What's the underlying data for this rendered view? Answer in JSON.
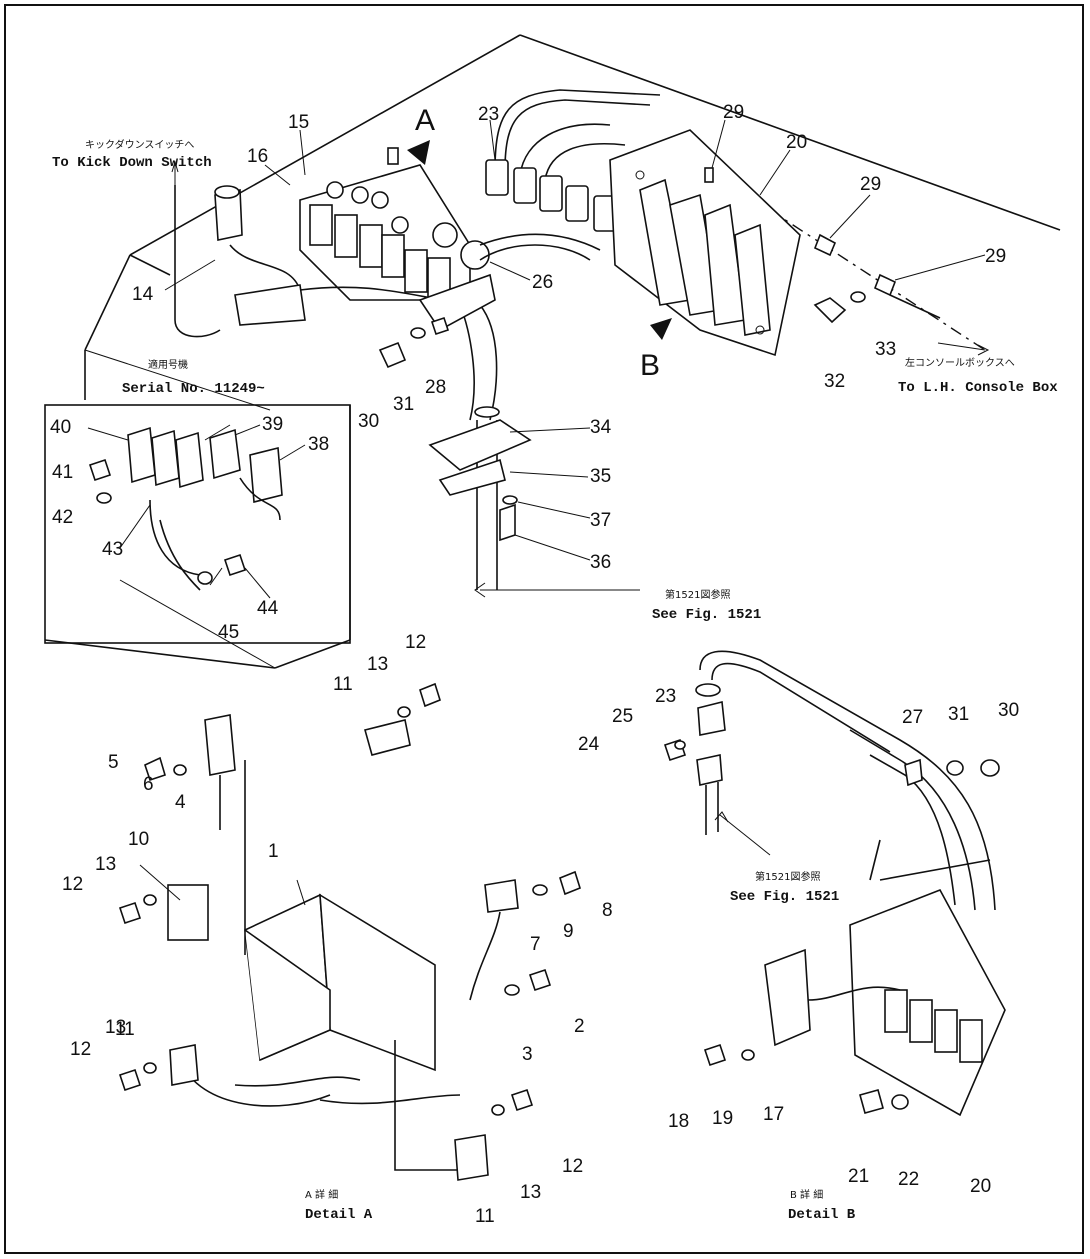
{
  "labels": {
    "kick_down_jp": "キックダウンスイッチへ",
    "kick_down": "To Kick Down Switch",
    "serial_jp": "適用号機",
    "serial": "Serial No. 11249~",
    "console_jp": "左コンソールボックスへ",
    "console": "To L.H. Console Box",
    "see_fig_a_jp": "第1521図参照",
    "see_fig_a": "See Fig. 1521",
    "see_fig_b_jp": "第1521図参照",
    "see_fig_b": "See Fig. 1521",
    "detail_a_jp": "A 詳 細",
    "detail_a": "Detail A",
    "detail_b_jp": "B 詳 細",
    "detail_b": "Detail B",
    "arrow_a": "A",
    "arrow_b": "B"
  },
  "callouts": {
    "n1": "1",
    "n2": "2",
    "n3": "3",
    "n4": "4",
    "n5": "5",
    "n6": "6",
    "n7": "7",
    "n8": "8",
    "n9": "9",
    "n10": "10",
    "n11a": "11",
    "n11b": "11",
    "n11c": "11",
    "n12a": "12",
    "n12b": "12",
    "n12c": "12",
    "n12d": "12",
    "n13a": "13",
    "n13b": "13",
    "n13c": "13",
    "n13d": "13",
    "n14": "14",
    "n15": "15",
    "n16": "16",
    "n17": "17",
    "n18": "18",
    "n19": "19",
    "n20a": "20",
    "n20b": "20",
    "n21": "21",
    "n22": "22",
    "n23a": "23",
    "n23b": "23",
    "n24": "24",
    "n25": "25",
    "n26": "26",
    "n27": "27",
    "n28": "28",
    "n29a": "29",
    "n29b": "29",
    "n29c": "29",
    "n30a": "30",
    "n30b": "30",
    "n31a": "31",
    "n31b": "31",
    "n32": "32",
    "n33": "33",
    "n34": "34",
    "n35": "35",
    "n36": "36",
    "n37": "37",
    "n38": "38",
    "n39": "39",
    "n40": "40",
    "n41": "41",
    "n42": "42",
    "n43": "43",
    "n44": "44",
    "n45": "45"
  }
}
